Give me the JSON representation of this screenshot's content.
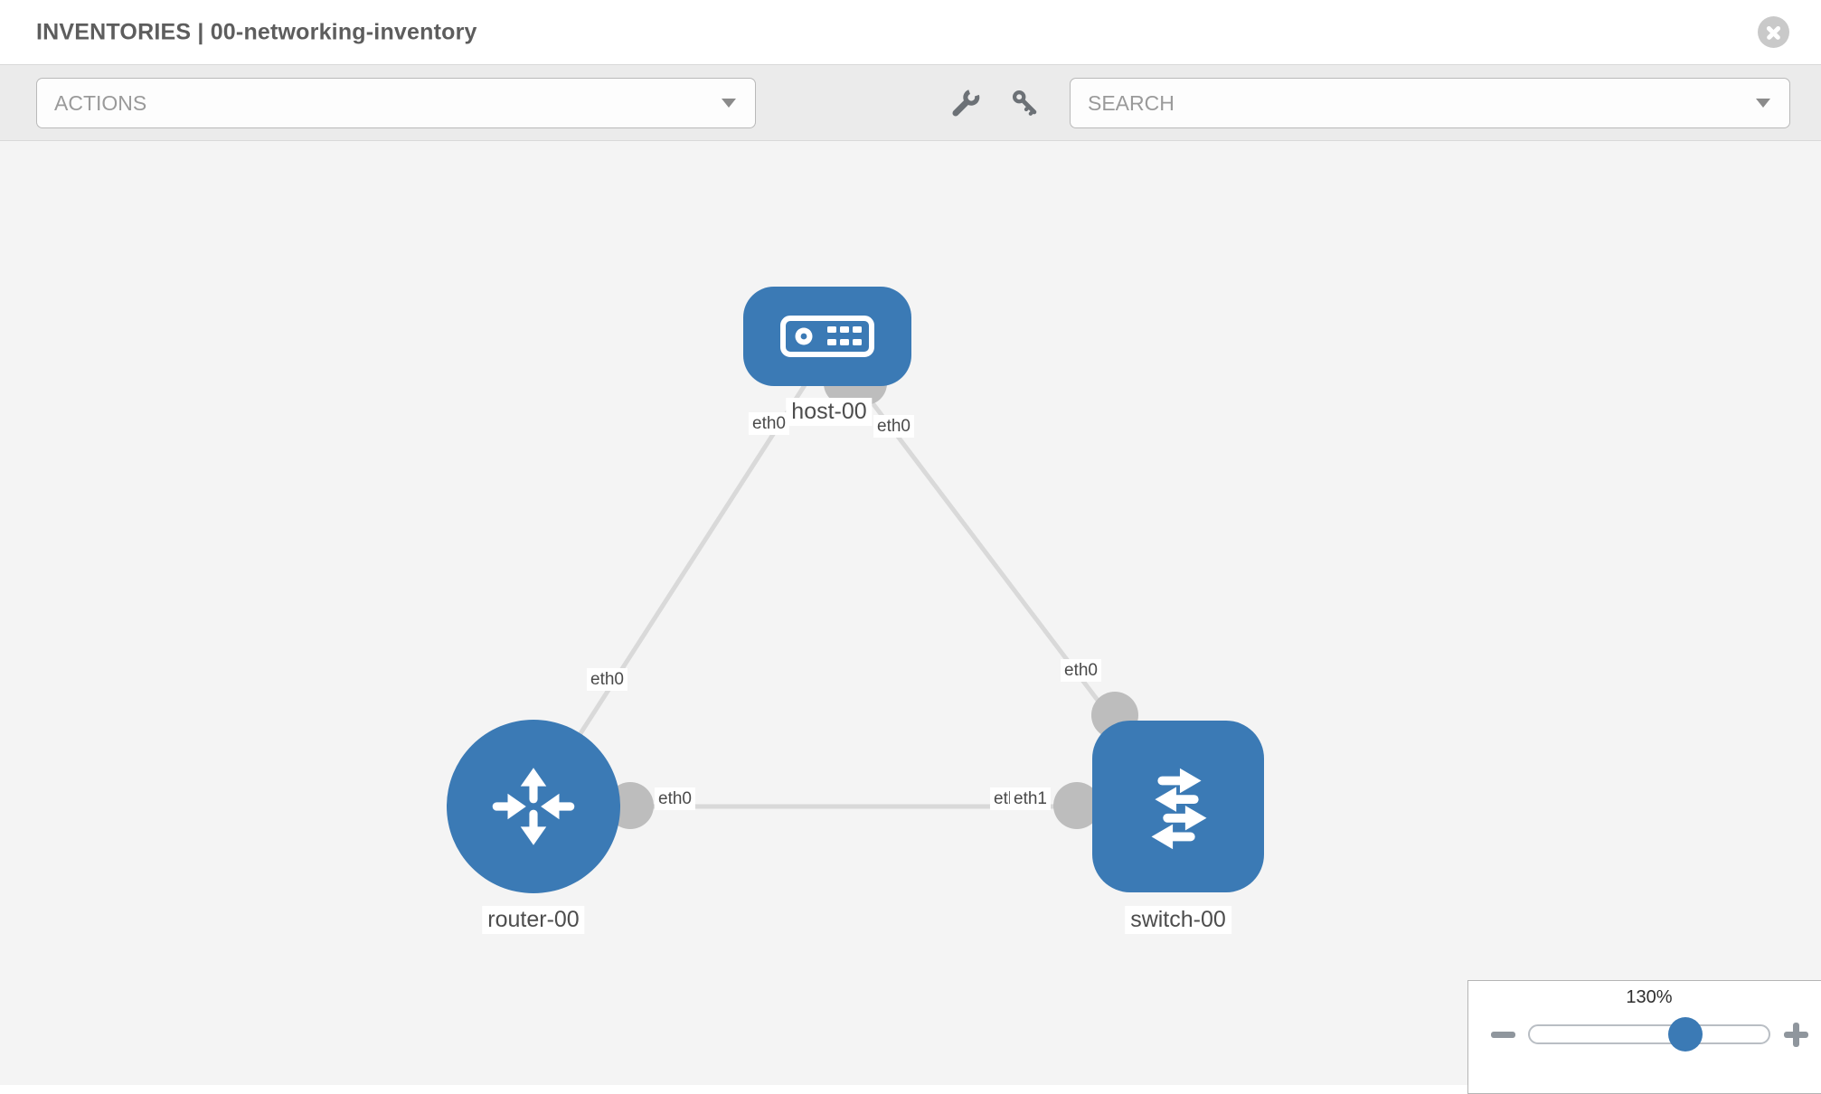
{
  "header": {
    "title": "INVENTORIES | 00-networking-inventory"
  },
  "toolbar": {
    "actions": {
      "label": "ACTIONS",
      "icon": "caret-down-icon"
    },
    "tools": [
      {
        "icon": "wrench-icon"
      },
      {
        "icon": "key-icon"
      }
    ],
    "search": {
      "placeholder": "SEARCH",
      "value": "",
      "icon": "caret-down-icon"
    }
  },
  "topology": {
    "nodes": [
      {
        "id": "host-00",
        "type": "host",
        "label": "host-00"
      },
      {
        "id": "router-00",
        "type": "router",
        "label": "router-00"
      },
      {
        "id": "switch-00",
        "type": "switch",
        "label": "switch-00"
      }
    ],
    "links": [
      {
        "from": "host-00",
        "to": "router-00"
      },
      {
        "from": "host-00",
        "to": "switch-00"
      },
      {
        "from": "router-00",
        "to": "switch-00"
      }
    ],
    "interface_labels": {
      "host_left": "eth0",
      "host_right": "eth0",
      "link_host_router_mid": "eth0",
      "link_host_switch_mid": "eth0",
      "link_router_switch_router_end": "eth0",
      "link_router_switch_switch_end_back": "eth0",
      "link_router_switch_switch_end_front": "eth1"
    }
  },
  "zoom_control": {
    "value": "130%",
    "percent": 130,
    "zoom_out_icon": "minus-icon",
    "zoom_in_icon": "plus-icon"
  },
  "icons": {
    "close": "close-icon",
    "wrench": "wrench-icon",
    "key": "key-icon",
    "caret": "caret-down-icon"
  },
  "colors": {
    "node_blue": "#3b7ab5",
    "link_gray": "#d9d9d9",
    "interface_dot": "#bdbdbd",
    "toolbar_bg": "#ebebeb",
    "canvas_bg": "#f4f4f4",
    "title_text": "#5d5d5d",
    "muted_text": "#9a9a9a"
  }
}
